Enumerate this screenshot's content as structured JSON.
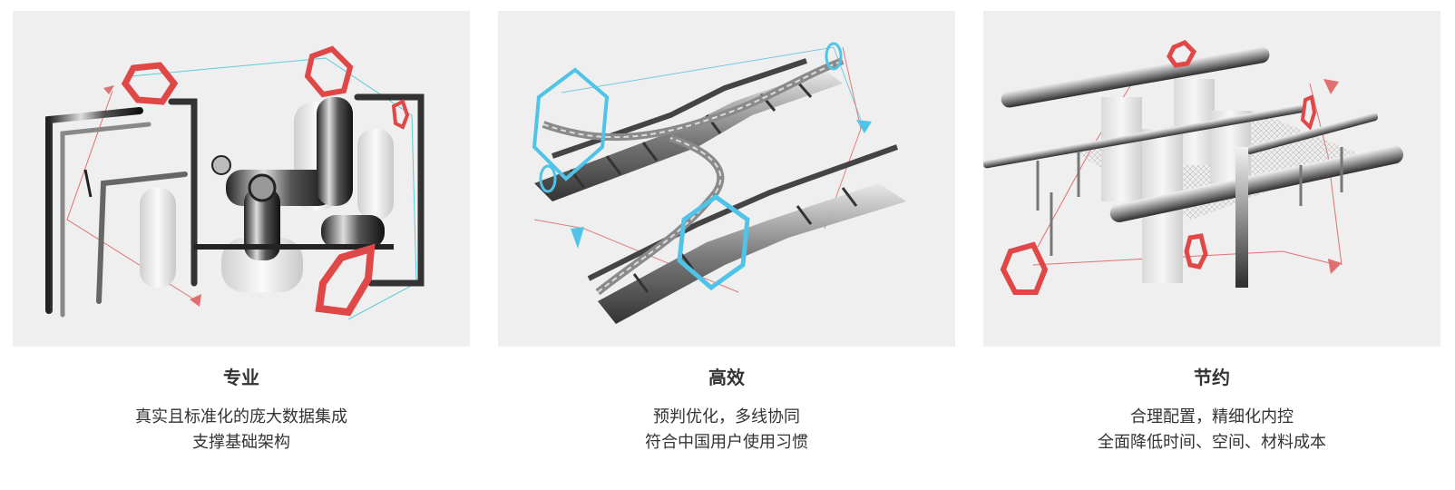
{
  "features": [
    {
      "title": "专业",
      "lines": [
        "真实且标准化的庞大数据集成",
        "支撑基础架构"
      ],
      "illustration_icon": "pipe-assembly-icon",
      "accent": "#e04848"
    },
    {
      "title": "高效",
      "lines": [
        "预判优化，多线协同",
        "符合中国用户使用习惯"
      ],
      "illustration_icon": "cable-tray-icon",
      "accent": "#4fc3e8"
    },
    {
      "title": "节约",
      "lines": [
        "合理配置，精细化内控",
        "全面降低时间、空间、材料成本"
      ],
      "illustration_icon": "support-frame-icon",
      "accent": "#e04848"
    }
  ]
}
